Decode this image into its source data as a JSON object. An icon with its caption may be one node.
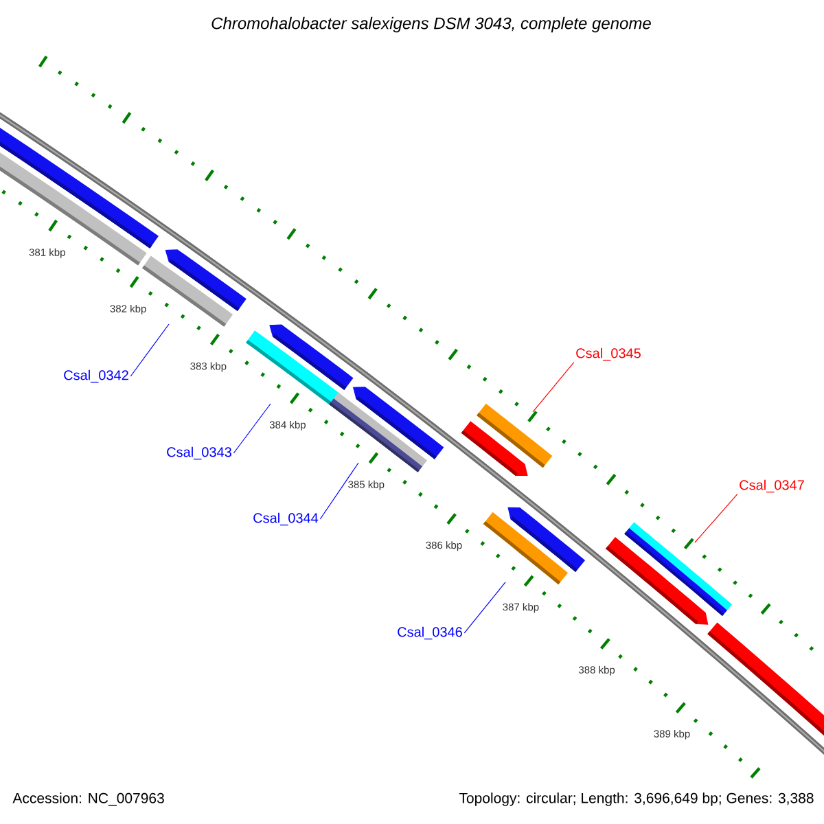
{
  "diagram": {
    "title": "Chromohalobacter salexigens DSM 3043, complete genome",
    "nodes": [
      {
        "text": [
          "Csal_0345"
        ]
      },
      {
        "text": [
          "Csal_0342"
        ]
      },
      {
        "text": [
          "Csal_0343"
        ]
      },
      {
        "text": [
          "Csal_0347"
        ]
      },
      {
        "text": [
          "Csal_0344"
        ]
      },
      {
        "text": [
          "Csal_0346"
        ]
      }
    ],
    "edges": [
      {
        "from": 0,
        "to": null,
        "arrow": "none",
        "color": "#ff0000"
      },
      {
        "from": 1,
        "to": null,
        "arrow": "none"
      },
      {
        "from": 2,
        "to": null,
        "arrow": "none"
      },
      {
        "from": 3,
        "to": null,
        "arrow": "none",
        "color": "#ff0000"
      },
      {
        "from": 4,
        "to": null,
        "arrow": "none"
      },
      {
        "from": 5,
        "to": null,
        "arrow": "none"
      }
    ],
    "labels": [
      "381 kbp",
      "382 kbp",
      "383 kbp",
      "384 kbp",
      "385 kbp",
      "386 kbp",
      "387 kbp",
      "388 kbp",
      "389 kbp",
      "Accession: NC_007963",
      "Topology: circular; Length: 3,696,649 bp; Genes: 3,388"
    ]
  }
}
